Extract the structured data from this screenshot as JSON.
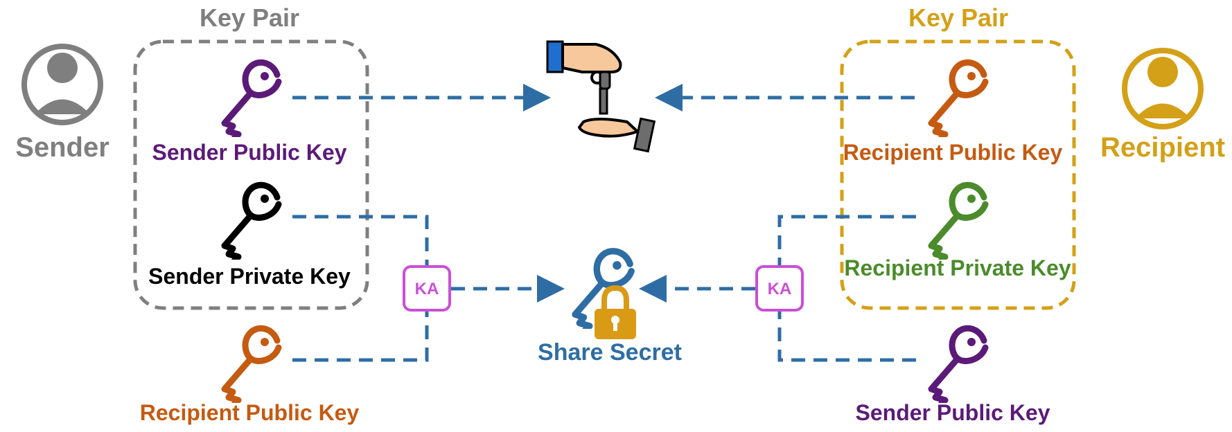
{
  "colors": {
    "gray": "#7f7f7f",
    "gold": "#d4a017",
    "purple": "#5b1a78",
    "black": "#000000",
    "orange": "#c55a11",
    "green": "#4b8b2b",
    "blue": "#2e6da4",
    "magenta": "#c94fd6",
    "lock": "#d99a16"
  },
  "sender": {
    "label": "Sender",
    "icon": "user-icon"
  },
  "recipient": {
    "label": "Recipient",
    "icon": "user-icon"
  },
  "sender_keypair": {
    "title": "Key Pair",
    "public_key": "Sender Public Key",
    "private_key": "Sender Private Key"
  },
  "recipient_keypair": {
    "title": "Key Pair",
    "public_key": "Recipient Public Key",
    "private_key": "Recipient Private Key"
  },
  "sender_side_input": "Recipient Public Key",
  "recipient_side_input": "Sender Public Key",
  "ka_left": "KA",
  "ka_right": "KA",
  "shared_secret": "Share Secret",
  "exchange_icon": "key-exchange-hands-icon"
}
